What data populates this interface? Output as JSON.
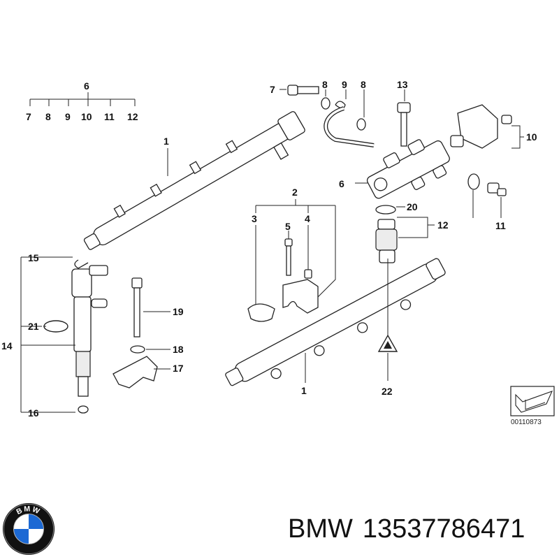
{
  "diagram": {
    "callouts": {
      "c1_top": "1",
      "c1_bottom": "1",
      "c2": "2",
      "c3": "3",
      "c4": "4",
      "c5": "5",
      "c6_top": "6",
      "c6_right": "6",
      "c7_top": "7",
      "c7_right": "7",
      "c8_top": "8",
      "c8_right_a": "8",
      "c8_right_b": "8",
      "c9_top": "9",
      "c9_right": "9",
      "c10_top": "10",
      "c10_right": "10",
      "c11_top": "11",
      "c11_right": "11",
      "c12_top": "12",
      "c12_right": "12",
      "c13": "13",
      "c14": "14",
      "c15": "15",
      "c16": "16",
      "c17": "17",
      "c18": "18",
      "c19": "19",
      "c20": "20",
      "c21": "21",
      "c22": "22"
    },
    "ref_code": "00110873"
  },
  "caption": {
    "brand": "BMW",
    "part_number": "13537786471"
  },
  "logo": {
    "name": "bmw-logo",
    "text": "BMW",
    "colors": {
      "blue": "#1c69d4",
      "white": "#ffffff",
      "ring": "#111111"
    }
  }
}
